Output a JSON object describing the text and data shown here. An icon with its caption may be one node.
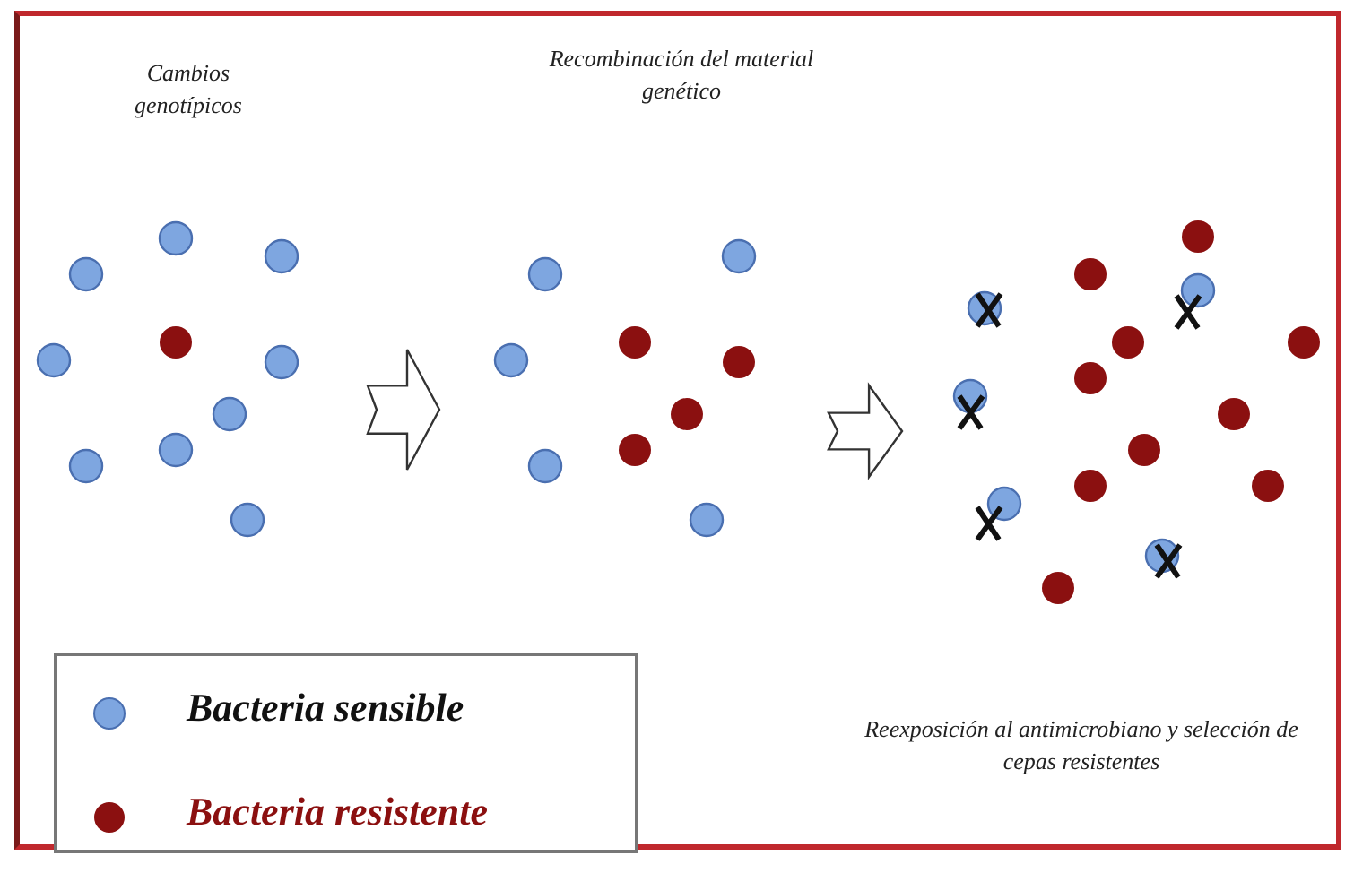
{
  "diagram": {
    "labels": [
      "Cambios genotípicos",
      "Recombinación del material genético",
      "Reexposición al antimicrobiano y selección de cepas resistentes"
    ],
    "legend": [
      {
        "text": "Bacteria sensible",
        "color": "#7ea6e0"
      },
      {
        "text": "Bacteria resistente",
        "color": "#8b1010"
      }
    ]
  }
}
